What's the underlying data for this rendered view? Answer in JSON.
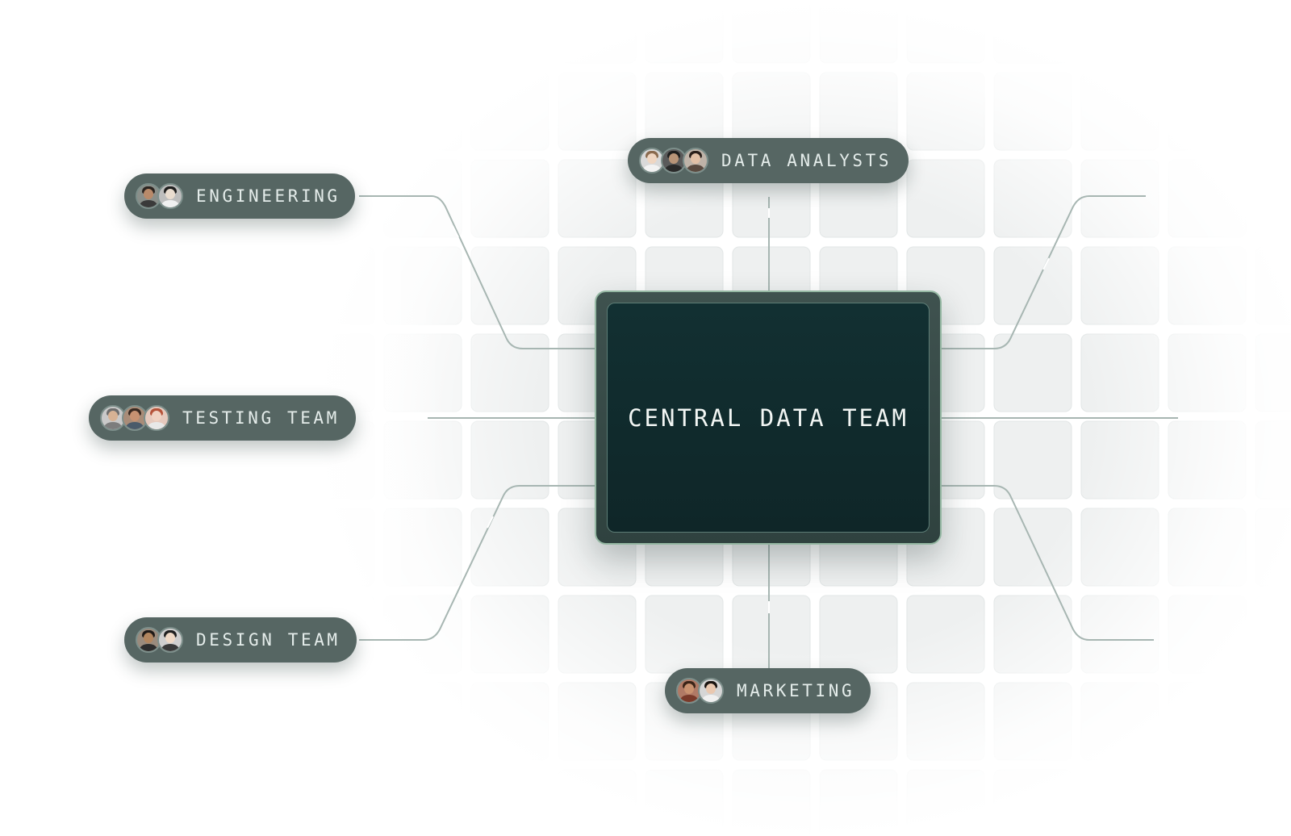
{
  "diagram": {
    "center": {
      "label": "CENTRAL DATA TEAM"
    },
    "teams": [
      {
        "id": "engineering",
        "label": "ENGINEERING",
        "avatar_count": 2,
        "avatars": [
          {
            "name": "engineer-1-avatar",
            "skin": "#b98a6a",
            "hair": "#2b2420",
            "shirt": "#3a3a3a",
            "bg": "#8a8f8a"
          },
          {
            "name": "engineer-2-avatar",
            "skin": "#e9dccf",
            "hair": "#1e1e1e",
            "shirt": "#f0f0f0",
            "bg": "#bdbdbd"
          }
        ]
      },
      {
        "id": "testing",
        "label": "TESTING TEAM",
        "avatar_count": 3,
        "avatars": [
          {
            "name": "tester-1-avatar",
            "skin": "#d7b294",
            "hair": "#6e6e6e",
            "shirt": "#7d7d7d",
            "bg": "#c9c9c9"
          },
          {
            "name": "tester-2-avatar",
            "skin": "#c79272",
            "hair": "#3a2a22",
            "shirt": "#4a5a6a",
            "bg": "#a98c78"
          },
          {
            "name": "tester-3-avatar",
            "skin": "#f0d2c2",
            "hair": "#b5533a",
            "shirt": "#e8e8e8",
            "bg": "#e6c9bd"
          }
        ]
      },
      {
        "id": "design",
        "label": "DESIGN TEAM",
        "avatar_count": 2,
        "avatars": [
          {
            "name": "designer-1-avatar",
            "skin": "#b2865f",
            "hair": "#1f1a17",
            "shirt": "#2d2d2d",
            "bg": "#9a8b7d"
          },
          {
            "name": "designer-2-avatar",
            "skin": "#efd9c6",
            "hair": "#202020",
            "shirt": "#3a3a3a",
            "bg": "#cfcfcf"
          }
        ]
      },
      {
        "id": "data-analysts",
        "label": "DATA ANALYSTS",
        "avatar_count": 3,
        "avatars": [
          {
            "name": "analyst-1-avatar",
            "skin": "#efd6c2",
            "hair": "#8a6a4e",
            "shirt": "#f2f2f2",
            "bg": "#d9d9d9"
          },
          {
            "name": "analyst-2-avatar",
            "skin": "#b89478",
            "hair": "#1e1e1e",
            "shirt": "#2a2a2a",
            "bg": "#5a5a5a"
          },
          {
            "name": "analyst-3-avatar",
            "skin": "#e2c0a6",
            "hair": "#2a1f1a",
            "shirt": "#5a4a40",
            "bg": "#bfb3a8"
          }
        ]
      },
      {
        "id": "marketing",
        "label": "MARKETING",
        "avatar_count": 2,
        "avatars": [
          {
            "name": "marketer-1-avatar",
            "skin": "#c99270",
            "hair": "#3a2418",
            "shirt": "#7a3a2a",
            "bg": "#b07a66"
          },
          {
            "name": "marketer-2-avatar",
            "skin": "#e9c8b0",
            "hair": "#1a1410",
            "shirt": "#f0f0f0",
            "bg": "#d6d6d6"
          }
        ]
      }
    ]
  },
  "colors": {
    "pill_bg": "#566663",
    "pill_text": "#e4ecea",
    "hub_screen": "#123032",
    "hub_border": "#95b8a3",
    "connector": "#a7b6b2",
    "grid_tile": "#eef0f0"
  }
}
